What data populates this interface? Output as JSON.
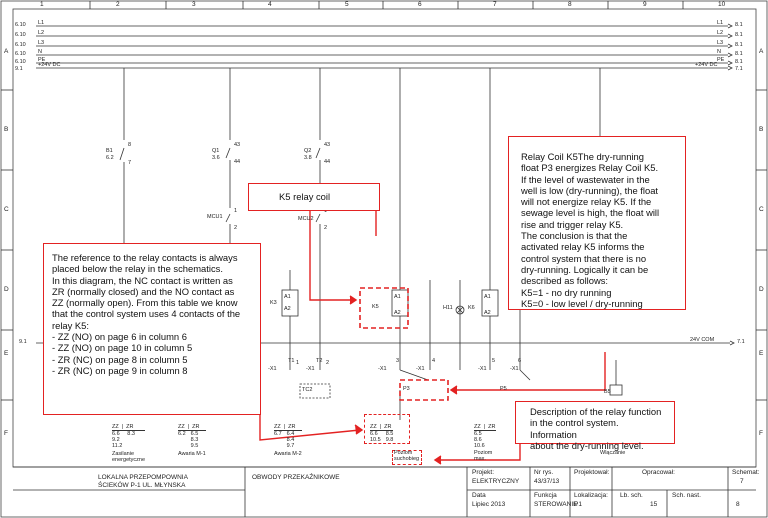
{
  "border": {
    "columns": [
      "1",
      "2",
      "3",
      "4",
      "5",
      "6",
      "7",
      "8",
      "9",
      "10"
    ],
    "rows": [
      "A",
      "B",
      "C",
      "D",
      "E",
      "F"
    ]
  },
  "bus_left": {
    "L1": "6.10",
    "L2": "6.10",
    "L3": "6.10",
    "N": "6.10",
    "PE": "6.10",
    "plus24": "9.1",
    "plus24_label": "+24V DC"
  },
  "bus_right": {
    "L1": "8.1",
    "L2": "8.1",
    "L3": "8.1",
    "N": "8.1",
    "PE": "8.1",
    "plus24": "7.1",
    "plus24_label": "+24V DC"
  },
  "bus_names": [
    "L1",
    "L2",
    "L3",
    "N",
    "PE"
  ],
  "bottom_rail": {
    "left": "9.1",
    "label": "24V COM",
    "right": "7.1"
  },
  "components": {
    "b1": {
      "name": "B1",
      "ref": "6.2",
      "t1": "8",
      "t2": "7"
    },
    "q1": {
      "name": "Q1",
      "ref": "3.6",
      "t1": "43",
      "t2": "44"
    },
    "q2": {
      "name": "Q2",
      "ref": "3.8",
      "t1": "43",
      "t2": "44"
    },
    "mcu1": {
      "name": "MCU1",
      "t1": "1",
      "t2": "2"
    },
    "mcu2": {
      "name": "MCU2",
      "t1": "1",
      "t2": "2"
    },
    "k3": {
      "name": "K3",
      "a1": "A1",
      "a2": "A2"
    },
    "k5": {
      "name": "K5",
      "a1": "A1",
      "a2": "A2"
    },
    "k6": {
      "name": "K6",
      "a1": "A1",
      "a2": "A2"
    },
    "h11": {
      "name": "H11"
    },
    "t1": "T1",
    "t2": "T2",
    "tc2": "TC2",
    "p3": "P3",
    "p5": "P5",
    "b5": "B5",
    "x1_labels": [
      "-X1",
      "-X1",
      "-X1",
      "-X1",
      "-X1",
      "-X1"
    ],
    "x1_nums": [
      "1",
      "2",
      "3",
      "4",
      "5",
      "6"
    ]
  },
  "contact_tables": [
    {
      "zz": [
        "6.6",
        "9.2",
        "11.2"
      ],
      "zr": [
        "8.3"
      ],
      "caption": [
        "Zasilanie",
        "energetyczne"
      ]
    },
    {
      "zz": [
        "6.2"
      ],
      "zr": [
        "6.5",
        "8.3",
        "9.5"
      ],
      "caption": [
        "Awaria M-1"
      ]
    },
    {
      "zz": [
        "6.7"
      ],
      "zr": [
        "6.4",
        "8.4",
        "9.7"
      ],
      "caption": [
        "Awaria M-2"
      ]
    },
    {
      "zz": [
        "6.6",
        "10.5"
      ],
      "zr": [
        "8.5",
        "9.8"
      ],
      "caption": [
        "Poziom",
        "suchobieg"
      ]
    },
    {
      "zz": [
        "6.5",
        "8.6",
        "10.6"
      ],
      "zr": [],
      "caption": [
        "Poziom",
        "max."
      ]
    }
  ],
  "contact_headers": {
    "zz": "ZZ",
    "zr": "ZR"
  },
  "right_caption": "Wlączanie",
  "annotations": {
    "k5_coil": "K5 relay coil",
    "reference": "The reference to the relay contacts is always\nplaced below the relay in the schematics.\nIn this diagram, the NC contact is written as\nZR (normally closed) and the NO contact as\nZZ (normally open). From this table we know\nthat the control system uses 4 contacts of the\n relay K5:\n- ZZ (NO) on page 6 in column 6\n- ZZ (NO) on page 10 in column 5\n- ZR (NC) on page 8 in column 5\n- ZR (NC) on page 9 in column 8",
    "relay_coil": "Relay Coil K5The dry-running\nfloat P3 energizes Relay Coil K5.\nIf the level of wastewater in the\nwell is low (dry-running), the float\nwill not energize relay K5. If the\nsewage level is high, the float will\nrise and trigger relay K5.\nThe conclusion is that the\nactivated relay K5 informs the\ncontrol system that there is no\ndry-running. Logically it can be\ndescribed as follows:\nK5=1 - no dry running\nK5=0 - low level / dry-running",
    "description": "Description of the relay function\nin the control system. Information\nabout the dry-running level."
  },
  "title_block": {
    "company_l1": "LOKALNA PRZEPOMPOWNIA",
    "company_l2": "ŚCIEKÓW  P-1  UL. MŁYNSKA",
    "drawing_title": "OBWODY PRZEKAŹNIKOWE",
    "projekt_label": "Projekt:",
    "projekt_value": "ELEKTRYCZNY",
    "nr_rys_label": "Nr rys.",
    "nr_rys_value": "43/37/13",
    "projektowal_label": "Projektował:",
    "opracowal_label": "Opracował:",
    "schemat_label": "Schemat:",
    "schemat_value": "7",
    "data_label": "Data",
    "data_value": "Lipiec 2013",
    "funkcja_label": "Funkcja",
    "funkcja_value": "STEROWANIE",
    "lokalizacja_label": "Lokalizacja:",
    "lokalizacja_value": "P1",
    "lb_sch_label": "Lb. sch.",
    "lb_sch_value": "15",
    "sch_nast_label": "Sch. nast.",
    "sch_nast_value": "8"
  }
}
